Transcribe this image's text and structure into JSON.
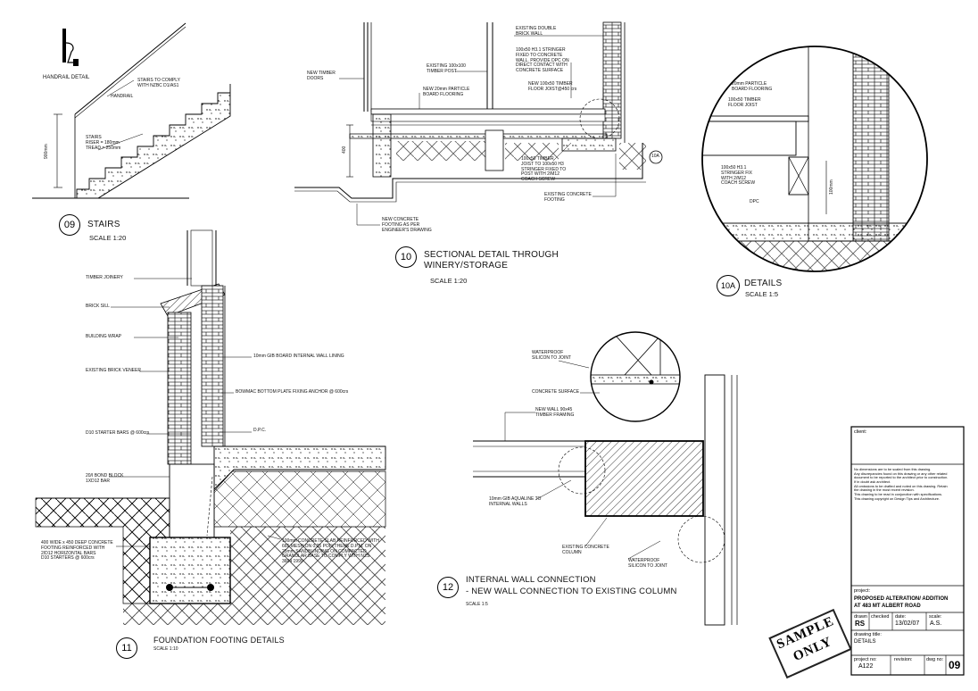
{
  "drawings": {
    "stairs": {
      "number": "09",
      "title": "STAIRS",
      "scale": "SCALE 1:20",
      "labels": {
        "handrail_detail": "HANDRAIL DETAIL",
        "stairs_comply": "STAIRS TO COMPLY\nWITH NZBC D1/AS1",
        "handrail": "HANDRAIL",
        "stairs_spec": "STAIRS\nRISER = 180mm\nTREAD = 250mm",
        "height": "900mm"
      }
    },
    "sectional": {
      "number": "10",
      "title_line1": "SECTIONAL DETAIL THROUGH",
      "title_line2": "WINERY/STORAGE",
      "scale": "SCALE 1:20",
      "labels": {
        "existing_double_brick": "EXISTING DOUBLE\nBRICK WALL",
        "stringer": "100x50 H3.1 STRINGER\nFIXED TO CONCRETE\nWALL. PROVIDE DPC ON\nDIRECT CONTACT WITH\nCONCRETE SURFACE",
        "new_timber_doors": "NEW TIMBER\nDOORS",
        "timber_post": "EXISTING 100x100\nTIMBER POST",
        "particle_board": "NEW 20mm PARTICLE\nBOARD FLOORING",
        "floor_joist": "NEW 100x50 TIMBER\nFLOOR JOIST@450 crs",
        "joist_fixed": "100x50 TIMBER\nJOIST TO 100x50 H3\nSTRINGER FIXED TO\nPOST WITH 2/M12\nCOACH SCREW",
        "existing_footing": "EXISTING CONCRETE\nFOOTING",
        "new_footing": "NEW CONCRETE\nFOOTING AS PER\nENGINEER'S DRAWING",
        "dim_400": "400",
        "ref_10a": "10A"
      }
    },
    "details": {
      "number": "10A",
      "title": "DETAILS",
      "scale": "SCALE 1:5",
      "labels": {
        "particle": "20mm PARTICLE\nBOARD FLOORING",
        "joist": "100x50 TIMBER\nFLOOR JOIST",
        "stringer": "100x50 H3.1\nSTRINGER FIX\nWITH 2/M12\nCOACH SCREW",
        "dpc": "DPC",
        "dim": "100mm"
      }
    },
    "foundation": {
      "number": "11",
      "title": "FOUNDATION FOOTING DETAILS",
      "scale": "SCALE 1:10",
      "labels": {
        "timber_joinery": "TIMBER JOINERY",
        "brick_sill": "BRICK SILL",
        "building_wrap": "BUILDING WRAP",
        "brick_veneer": "EXISTING BRICK VENEER",
        "gib_lining": "10mm GIB BOARD INTERNAL WALL LINING",
        "bowmac": "BOWMAC BOTTOM PLATE FIXING ANCHOR @ 600crs",
        "dpc": "D.P.C.",
        "starter_bars": "D10 STARTER BARS @ 600crs",
        "bond_block": "20/I BOND BLOCK\n1XD12 BAR",
        "footing": "400 WIDE x 450 DEEP CONCRETE\nFOOTING REINFORCED WITH\n2/D12 HORIZONTAL BARS\nD10 STARTERS @ 600crs",
        "slab": "100mm CONCRETE SLAB REINFORCED WITH\n665 MESH ON 0.25 POLYTHENE D.P.M. ON\n25mm SANDBLINDING ON COMPACTED\nGRANULAR BASE TO COMPLY WITH NZS\n3604 1999"
      }
    },
    "internal": {
      "number": "12",
      "title_line1": "INTERNAL WALL CONNECTION",
      "title_line2": "- NEW WALL CONNECTION TO EXISTING COLUMN",
      "scale": "SCALE 1:5",
      "labels": {
        "waterproof_top": "WATERPROOF\nSILICON TO JOINT",
        "concrete_surface": "CONCRETE SURFACE",
        "timber_framing": "NEW WALL 90x45\nTIMBER FRAMING",
        "gib": "10mm GIB AQUALINE TO\nINTERNAL WALLS",
        "column": "EXISTING CONCRETE\nCOLUMN",
        "waterproof_bottom": "WATERPROOF\nSILICON TO JOINT"
      }
    }
  },
  "title_block": {
    "client_label": "client:",
    "notes": "No dimensions are to be scaled from this drawing.\nAny discrepancies found on this drawing or any other related\ndocument to be reported to the architect prior to construction.\nIf in doubt ask architect.\nAll omissions to be drafted and noted on this drawing. Retain\nthe drawing in the most recent revision.\nThis drawing to be read in conjunction with specifications.\nThis drawing copyright on Design Tips and Architecture.",
    "project_label": "project:",
    "project_line1": "PROPOSED ALTERATION/ ADDITION",
    "project_line2": "AT 483 MT ALBERT ROAD",
    "drawn_label": "drawn",
    "drawn": "RS",
    "checked_label": "checked",
    "date_label": "date:",
    "date": "13/02/07",
    "scale_label": "scale:",
    "scale": "A.S.",
    "drawing_title_label": "drawing title:",
    "drawing_title": "DETAILS",
    "project_no_label": "project no:",
    "project_no": "A122",
    "revision_label": "revision:",
    "dwg_no_label": "dwg no:",
    "dwg_no": "09"
  },
  "stamp": "SAMPLE\nONLY"
}
